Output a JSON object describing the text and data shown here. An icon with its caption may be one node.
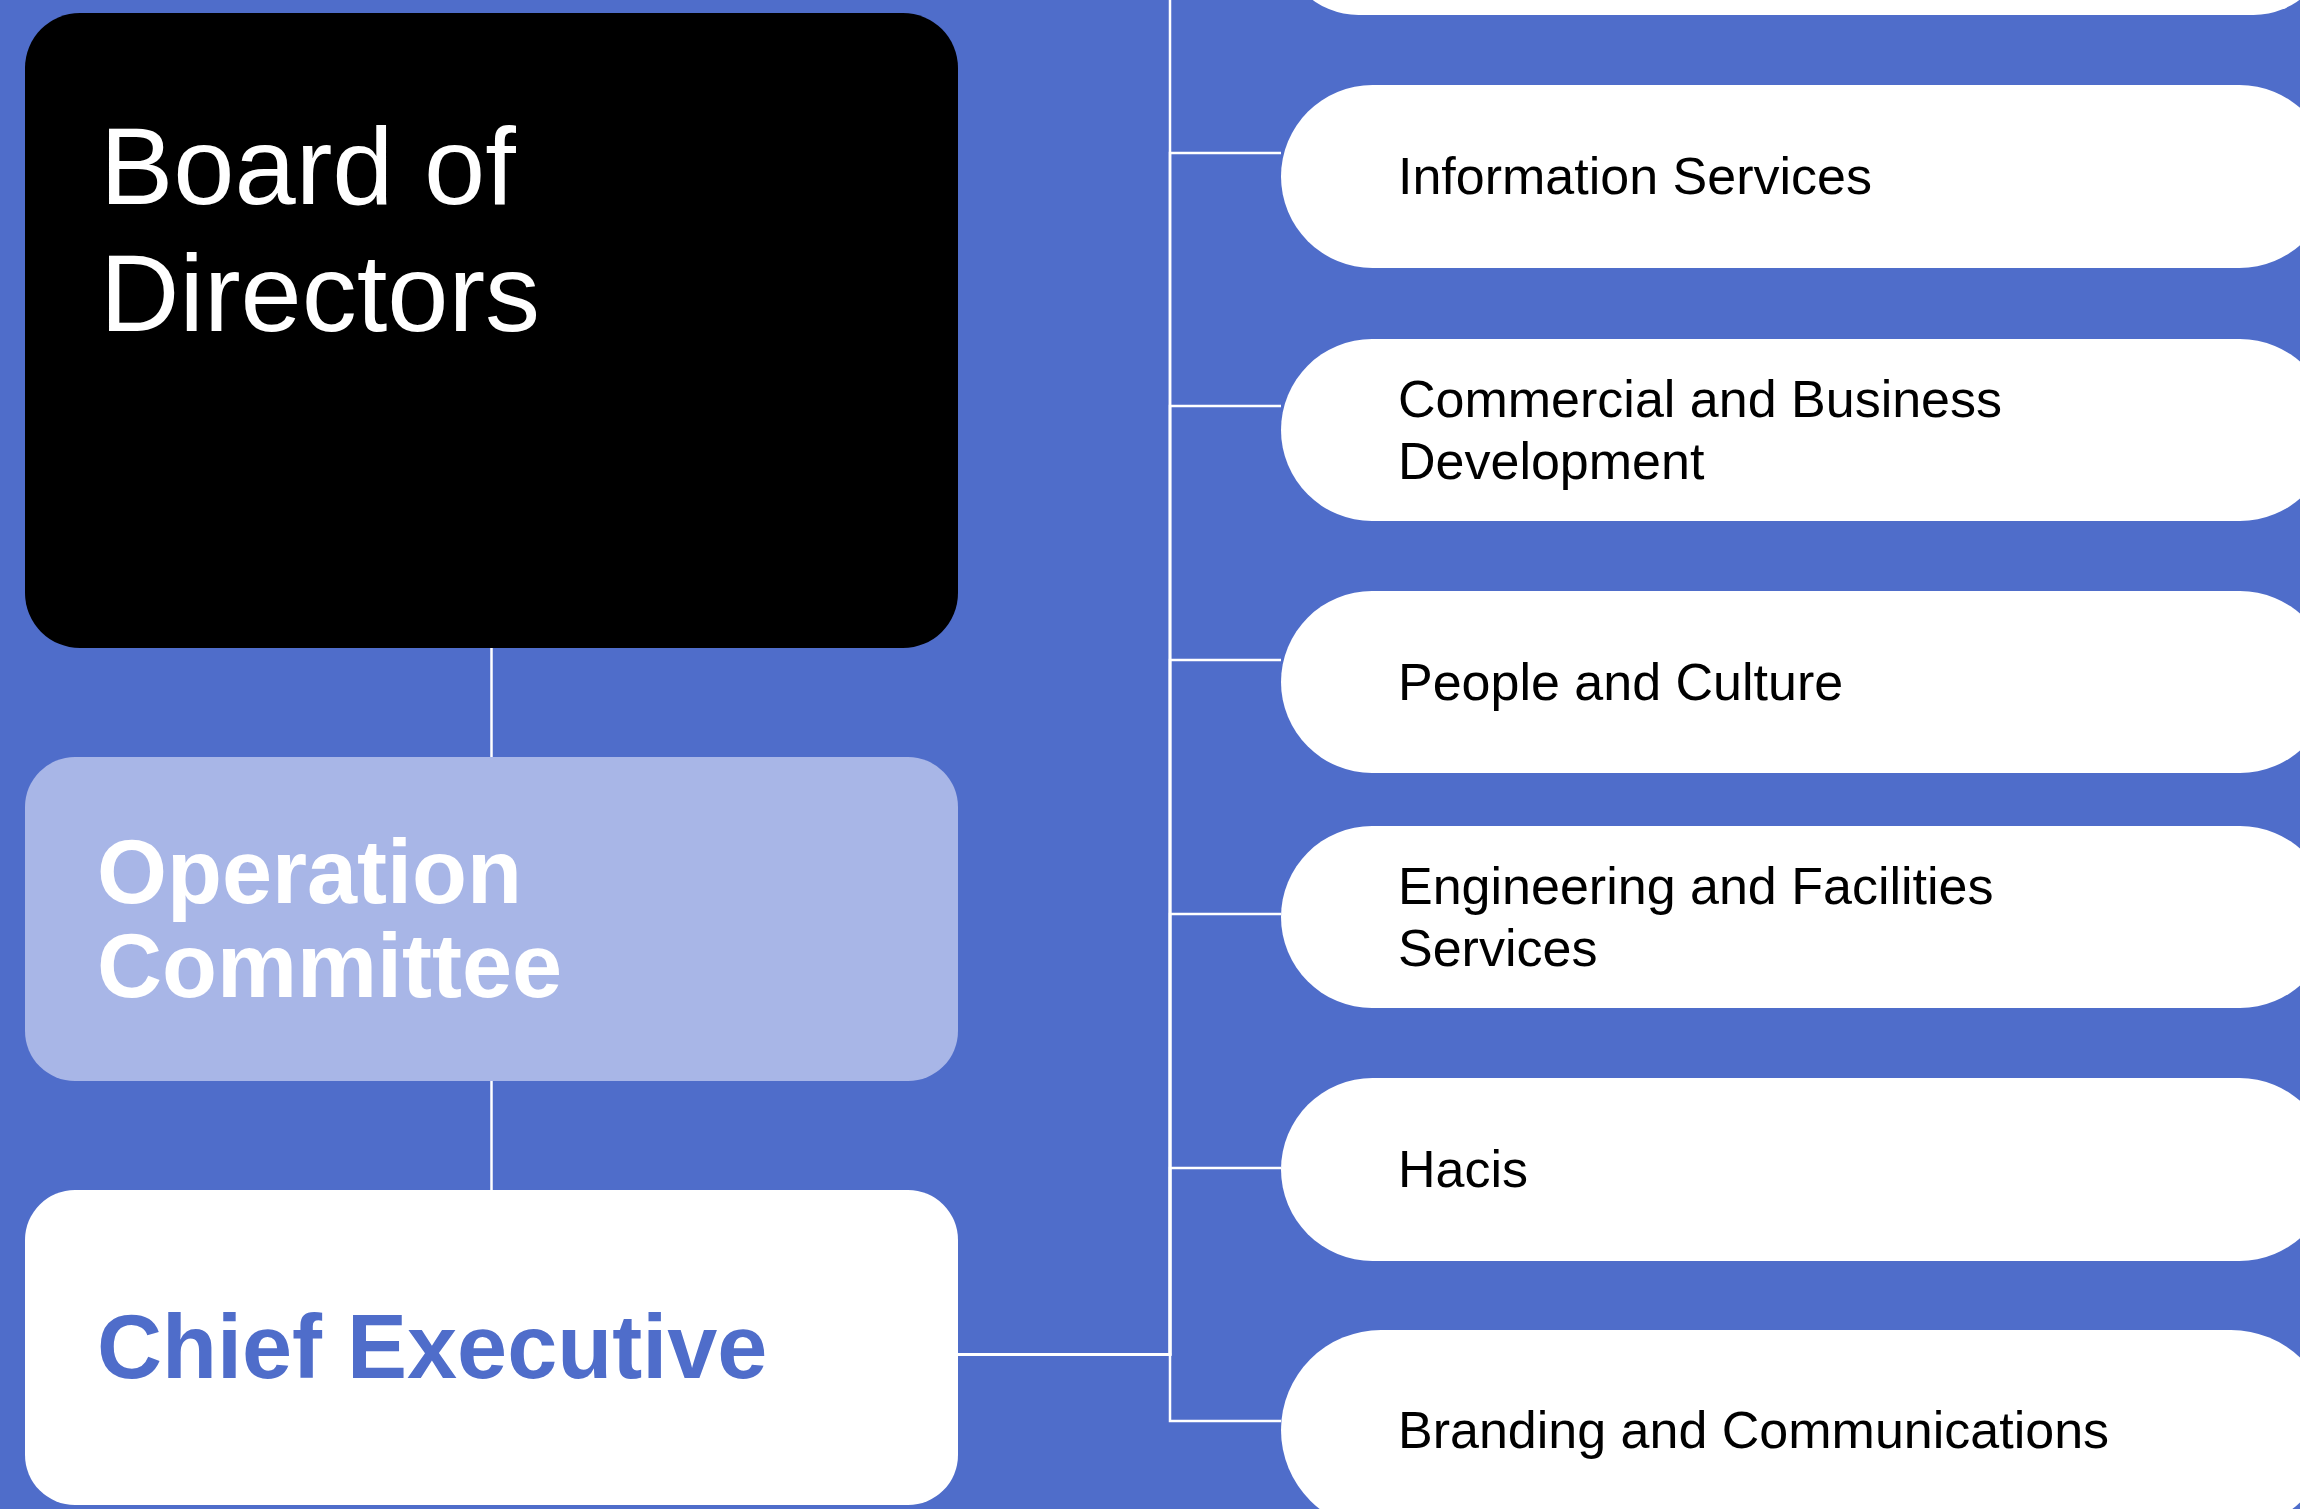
{
  "diagram": {
    "nodes": [
      {
        "text": [
          "Board of Directors"
        ]
      },
      {
        "text": [
          "Operation Committee"
        ]
      },
      {
        "text": [
          "Chief Executive"
        ]
      },
      {
        "text": [],
        "shape": "box"
      },
      {
        "text": [
          "Information Services"
        ]
      },
      {
        "text": [
          "Commercial and Business Development"
        ]
      },
      {
        "text": [
          "People and Culture"
        ]
      },
      {
        "text": [
          "Engineering and Facilities Services"
        ]
      },
      {
        "text": [
          "Hacis"
        ]
      },
      {
        "text": [
          "Branding and Communications"
        ]
      }
    ],
    "edges": [
      {
        "from": 0,
        "to": 1,
        "arrow": "none"
      },
      {
        "from": 1,
        "to": 2,
        "arrow": "none"
      },
      {
        "from": 2,
        "to": 3,
        "arrow": "none"
      },
      {
        "from": 2,
        "to": 4,
        "arrow": "none"
      },
      {
        "from": 2,
        "to": 5,
        "arrow": "none"
      },
      {
        "from": 2,
        "to": 6,
        "arrow": "none"
      },
      {
        "from": 2,
        "to": 7,
        "arrow": "none"
      },
      {
        "from": 2,
        "to": 8,
        "arrow": "none"
      },
      {
        "from": 2,
        "to": 9,
        "arrow": "none"
      }
    ]
  }
}
